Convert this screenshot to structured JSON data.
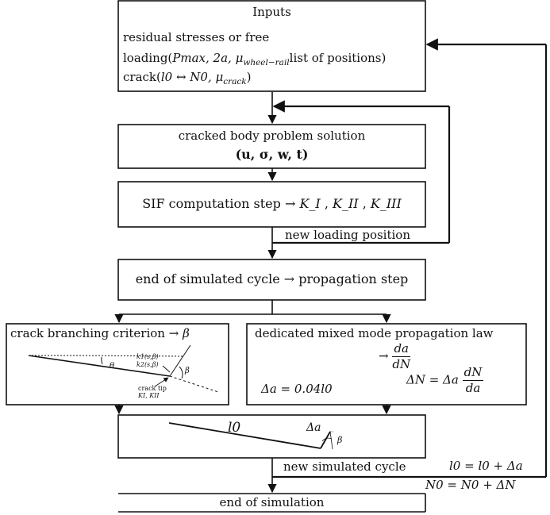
{
  "inputs": {
    "title": "Inputs",
    "line1": "residual stresses or free",
    "line2_prefix": "loading(",
    "line2_math": "Pmax, 2a, μ",
    "line2_sub": "wheel−rail",
    "line2_suffix": "list of positions)",
    "line3_prefix": "crack(",
    "line3_math": "l0 ↔ N0, μ",
    "line3_sub": "crack",
    "line3_suffix": ")"
  },
  "solution": {
    "line1": "cracked body problem solution",
    "line2": "(u, σ, w, t)"
  },
  "sif": {
    "text": "SIF computation step",
    "arrow": "→",
    "k1": "K_I",
    "k2": "K_II",
    "k3": "K_III"
  },
  "loop_inner": {
    "label": "new loading position"
  },
  "end_cycle": {
    "text": "end of simulated cycle",
    "arrow": "→",
    "text2": "propagation step"
  },
  "branching": {
    "title": "crack branching criterion",
    "arrow": "→",
    "symbol": "β",
    "fig_label1": "k1(s,β)",
    "fig_label2": "k2(s,β)",
    "fig_theta": "θ",
    "fig_beta": "β",
    "fig_tip": "crack tip",
    "fig_k": "KI, KII"
  },
  "mixed": {
    "title": "dedicated mixed mode propagation law",
    "arrow": "→",
    "frac_num": "da",
    "frac_den": "dN",
    "delta_a": "Δa = 0.04l0",
    "delta_n_left": "ΔN = Δa",
    "delta_n_num": "dN",
    "delta_n_den": "da"
  },
  "crack_fig": {
    "l0": "l0",
    "delta_a": "Δa",
    "beta": "β"
  },
  "loop_outer": {
    "label": "new simulated cycle",
    "update1": "l0 = l0 + Δa",
    "update2": "N0 = N0 + ΔN"
  },
  "end_sim": {
    "text": "end of simulation"
  }
}
